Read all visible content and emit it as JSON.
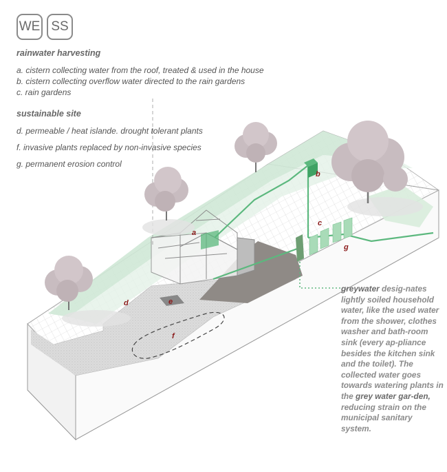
{
  "badges": [
    "WE",
    "SS"
  ],
  "rainwater": {
    "heading": "rainwater harvesting",
    "items": [
      "a.  cistern collecting water from the roof, treated & used in the house",
      "b.  cistern collecting overflow water directed to the rain gardens",
      "c.  rain gardens"
    ]
  },
  "site": {
    "heading": "sustainable site",
    "items": [
      "d. permeable / heat islande.  drought tolerant plants",
      "f. invasive plants replaced by non-invasive species",
      "g.  permanent erosion control"
    ]
  },
  "labels": {
    "a": "a",
    "b": "b",
    "c": "c",
    "d": "d",
    "e": "e",
    "f": "f",
    "g": "g"
  },
  "greywater": {
    "term": "greywater",
    "text1": " desig-nates lightly soiled household water, like the used water from the shower, clothes washer and bath-room sink (every ap-pliance besides the kitchen sink and the toilet). The collected water goes towards watering plants in the ",
    "term2": "grey water gar-den,",
    "text2": " reducing strain on the municipal sanitary system."
  },
  "colors": {
    "green": "#5cb87e",
    "greenLight": "#cfe8d6",
    "paving": "#d9d9d9",
    "shadow": "#8f8a86",
    "tree": "#c8bcc0",
    "label": "#8b1a1a"
  }
}
